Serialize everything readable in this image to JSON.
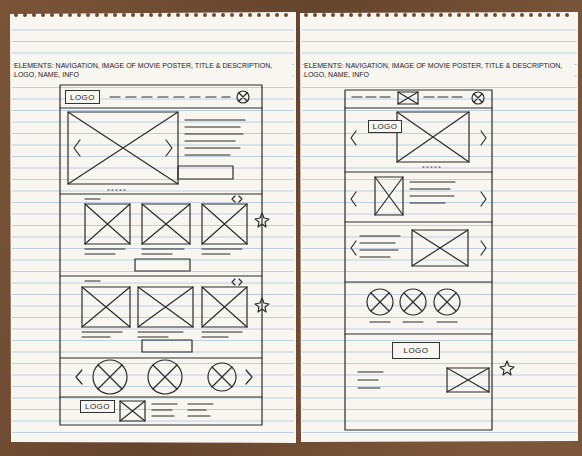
{
  "diagram": {
    "nodes": [
      {
        "text": [
          "ELEMENTS: NAVIGATION, IMAGE OF MOVIE POSTER, TITLE & DESCRIPTION, LOGO, NAME, INFO"
        ]
      },
      {
        "text": [
          "LOGO"
        ],
        "in": 0
      },
      {
        "text": [
          "LOGO"
        ],
        "in": 0
      },
      {
        "text": [
          "ELEMENTS: NAVIGATION, IMAGE OF MOVIE POSTER, TITLE & DESCRIPTION, LOGO, NAME, INFO"
        ]
      },
      {
        "text": [
          "LOGO"
        ],
        "in": 3
      },
      {
        "text": [
          "LOGO"
        ],
        "in": 3
      }
    ]
  }
}
